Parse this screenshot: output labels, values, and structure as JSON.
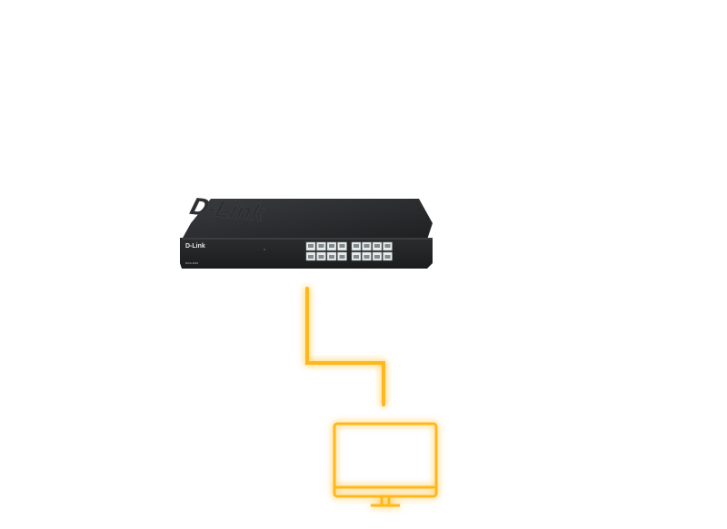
{
  "switch": {
    "brand_logo": "D-Link",
    "front_brand": "D-Link",
    "model_label": "DGS-1016",
    "port_count": 16,
    "body_color": "#2a2b2d",
    "port_color": "#e9ecec"
  },
  "connection": {
    "color": "#ffb81c",
    "glow_color": "#ffd54a",
    "icon_names": [
      "uplink-cable",
      "downlink-cable",
      "monitor-icon"
    ]
  }
}
